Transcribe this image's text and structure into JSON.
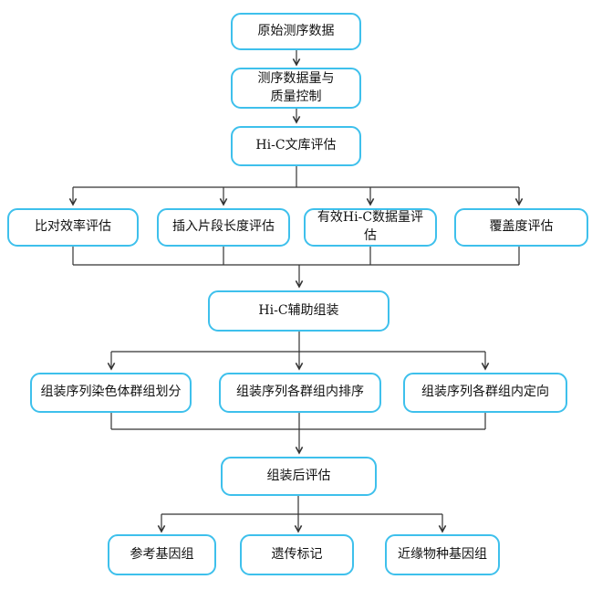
{
  "colors": {
    "box_border": "#3EC0EC",
    "connector": "#333333",
    "text": "#111111",
    "background": "#FFFFFF"
  },
  "nodes": {
    "raw_data": "原始测序数据",
    "seq_qc": "测序数据量与\n质量控制",
    "library_eval": "Hi-C文库评估",
    "align_eval": "比对效率评估",
    "insert_eval": "插入片段长度评估",
    "valid_data_eval": "有效Hi-C数据量评估",
    "coverage_eval": "覆盖度评估",
    "assembly": "Hi-C辅助组装",
    "cluster": "组装序列染色体群组划分",
    "order": "组装序列各群组内排序",
    "orient": "组装序列各群组内定向",
    "post_eval": "组装后评估",
    "ref_genome": "参考基因组",
    "genetic_marker": "遗传标记",
    "related_genome": "近缘物种基因组"
  }
}
